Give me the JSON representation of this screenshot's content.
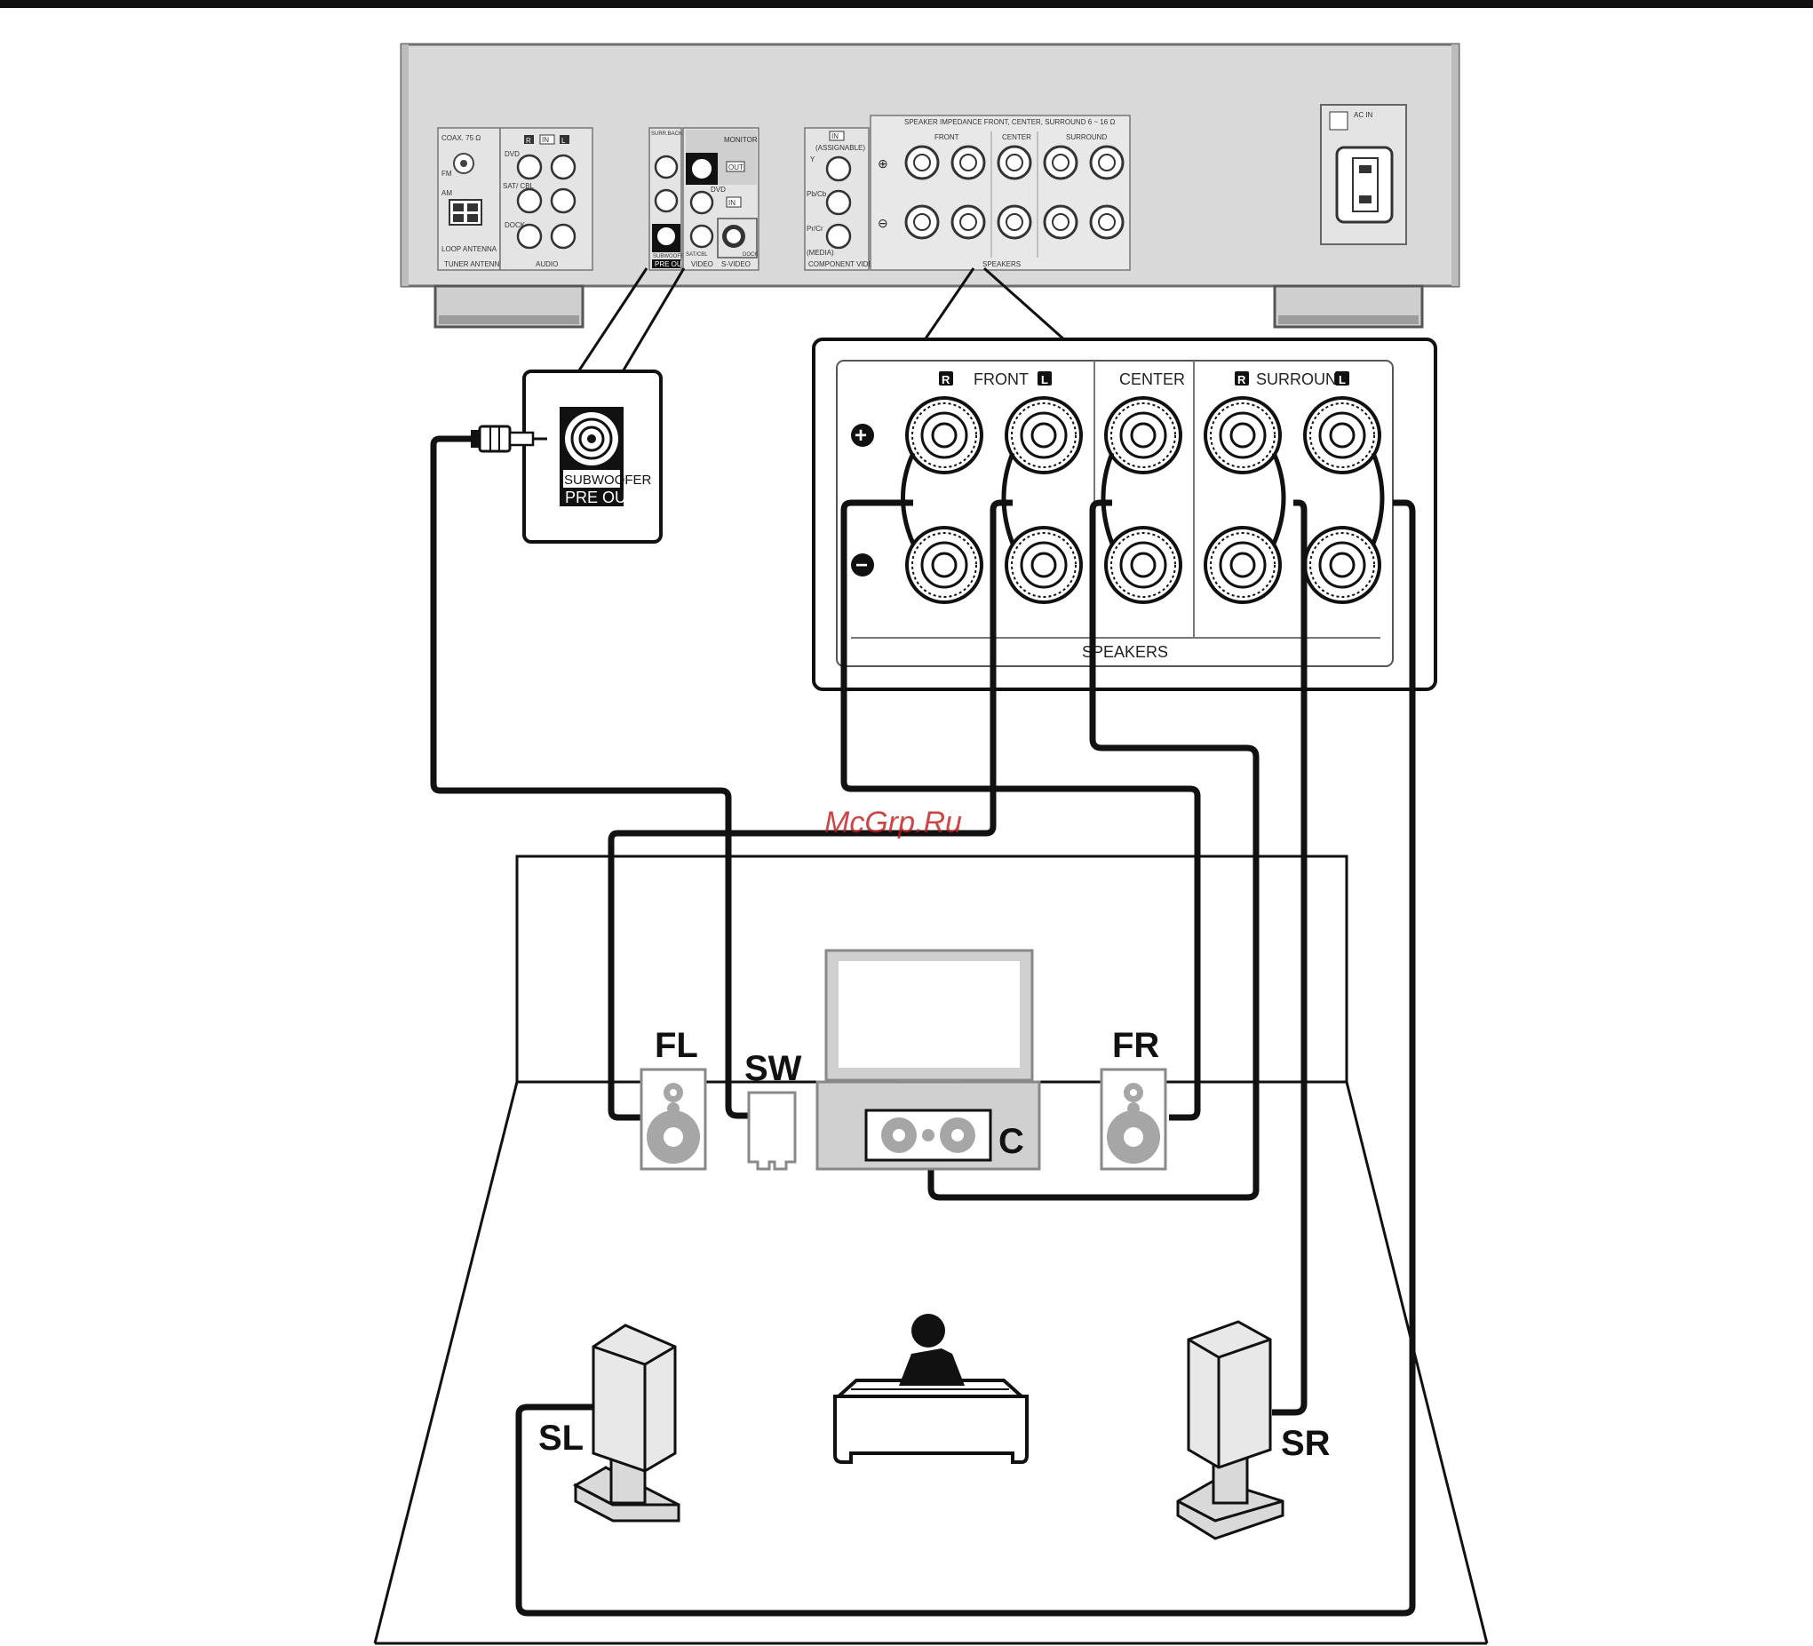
{
  "receiver": {
    "tuner_section": {
      "coax_label": "COAX. 75 Ω",
      "fm_label": "FM",
      "am_label": "AM",
      "loop_antenna_label": "LOOP ANTENNA",
      "footer": "TUNER ANTENNA"
    },
    "audio_section": {
      "r_badge": "R",
      "in_badge": "IN",
      "l_badge": "L",
      "dvd_label": "DVD",
      "sat_cbl_label": "SAT/ CBL",
      "dock_label": "DOCK",
      "footer": "AUDIO"
    },
    "preout_section": {
      "header": "SURR.BACK/ FRONT HEIGHT",
      "subwoofer_label": "SUBWOOFER",
      "footer": "PRE OUT"
    },
    "video_section": {
      "monitor_label": "MONITOR",
      "out_badge": "OUT",
      "dvd_label": "DVD",
      "in_badge": "IN",
      "sat_cbl_label": "SAT/CBL",
      "dock_label": "DOCK",
      "video_footer": "VIDEO",
      "svideo_footer": "S-VIDEO"
    },
    "component_section": {
      "in_badge": "IN",
      "assignable_label": "(ASSIGNABLE)",
      "y_label": "Y",
      "pb_label": "Pb/Cb",
      "pr_label": "Pr/Cr",
      "media_label": "(MEDIA)",
      "footer": "COMPONENT VIDEO"
    },
    "speaker_section": {
      "impedance_label": "SPEAKER IMPEDANCE   FRONT, CENTER, SURROUND   6 ~ 16 Ω",
      "front_label": "FRONT",
      "center_label": "CENTER",
      "surround_label": "SURROUND",
      "footer": "SPEAKERS"
    },
    "ac_in_label": "AC IN"
  },
  "subwoofer_callout": {
    "line1": "SUBWOOFER",
    "line2": "PRE OUT"
  },
  "speaker_callout": {
    "r_badge": "R",
    "l_badge": "L",
    "front_label": "FRONT",
    "center_label": "CENTER",
    "surround_label": "SURROUND",
    "plus_symbol": "+",
    "minus_symbol": "−",
    "footer": "SPEAKERS"
  },
  "room": {
    "fl_label": "FL",
    "sw_label": "SW",
    "c_label": "C",
    "fr_label": "FR",
    "sl_label": "SL",
    "sr_label": "SR"
  },
  "watermark": "McGrp.Ru",
  "colors": {
    "panel": "#d9d9d9",
    "panel_dark": "#bdbdbd",
    "cable": "#111111",
    "speaker_gray": "#a6a6a6",
    "watermark": "#c01818"
  }
}
